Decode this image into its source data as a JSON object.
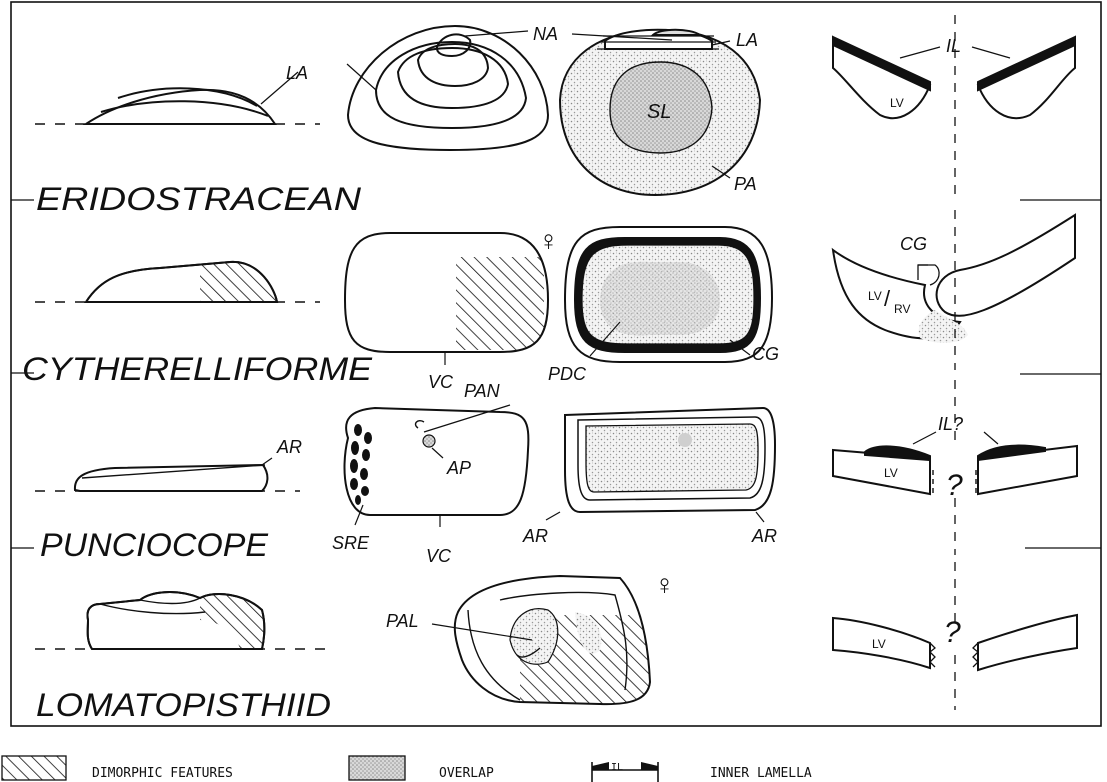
{
  "rows": [
    {
      "name": "ERIDOSTRACEAN"
    },
    {
      "name": "CYTHERELLIFORME"
    },
    {
      "name": "PUNCIOCOPE"
    },
    {
      "name": "LOMATOPISTHIID"
    }
  ],
  "labels": {
    "la": "LA",
    "na": "NA",
    "sl": "SL",
    "pa": "PA",
    "il": "IL",
    "lv": "LV",
    "cg": "CG",
    "vc": "VC",
    "pdc": "PDC",
    "rv": "RV",
    "slash": "/",
    "pan": "PAN",
    "ar": "AR",
    "ap": "AP",
    "sre": "SRE",
    "il_q": "IL?",
    "q": "?",
    "pal": "PAL",
    "female": "♀"
  },
  "legend": {
    "dimorphic": "DIMORPHIC FEATURES",
    "overlap": "OVERLAP",
    "inner": "INNER LAMELLA",
    "il_swatch": "IL"
  },
  "colors": {
    "ink": "#111111",
    "stipple": "#bcbcbc",
    "background": "#ffffff"
  }
}
